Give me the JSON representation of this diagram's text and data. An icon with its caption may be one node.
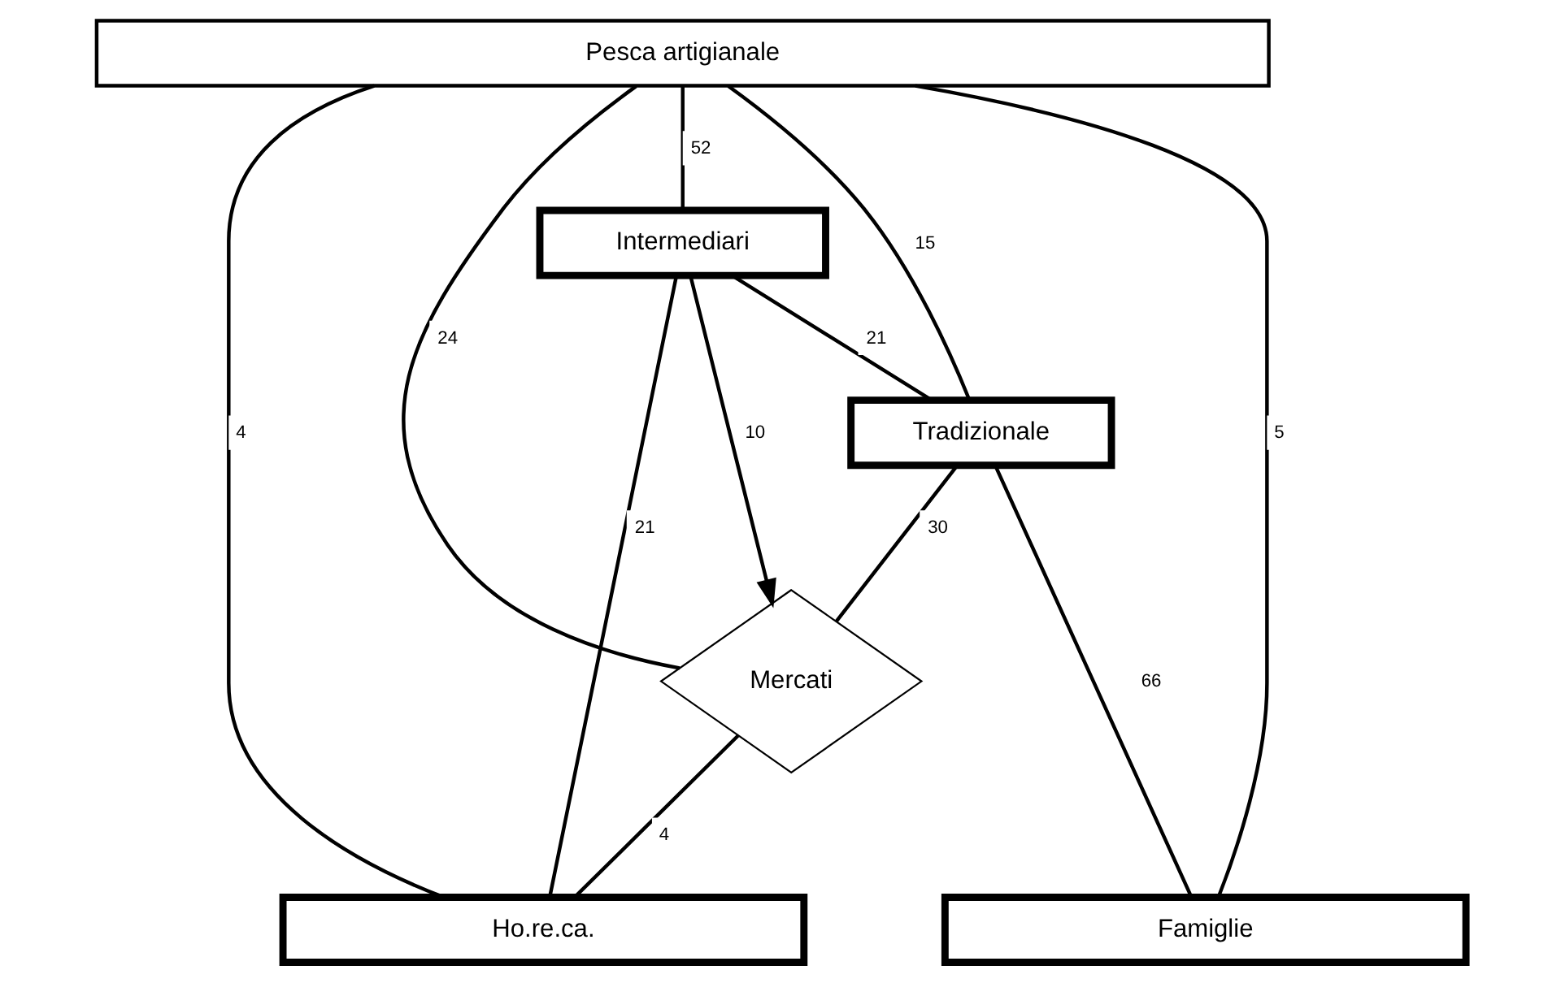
{
  "diagram": {
    "nodes": [
      {
        "text": [
          "Pesca artigianale"
        ]
      },
      {
        "text": [
          "Intermediari"
        ]
      },
      {
        "text": [
          "Mercati"
        ]
      },
      {
        "text": [
          "Tradizionale"
        ]
      },
      {
        "text": [
          "Ho.re.ca."
        ]
      },
      {
        "text": [
          "Famiglie"
        ]
      }
    ],
    "edges": [
      {
        "from": 0,
        "to": 4,
        "arrow": "none",
        "label": "4"
      },
      {
        "from": 0,
        "to": 1,
        "arrow": "none",
        "label": "52"
      },
      {
        "from": 0,
        "to": 3,
        "arrow": "none",
        "label": "15"
      },
      {
        "from": 0,
        "to": 2,
        "arrow": "none",
        "label": "24"
      },
      {
        "from": 0,
        "to": 5,
        "arrow": "none",
        "label": "5"
      },
      {
        "from": 1,
        "to": 2,
        "arrow": "to",
        "label": "10"
      },
      {
        "from": 1,
        "to": 3,
        "arrow": "none",
        "label": "21"
      },
      {
        "from": 1,
        "to": 4,
        "arrow": "none",
        "label": "21"
      },
      {
        "from": 3,
        "to": 2,
        "arrow": "none",
        "label": "30"
      },
      {
        "from": 2,
        "to": 4,
        "arrow": "none",
        "label": "4"
      },
      {
        "from": 3,
        "to": 5,
        "arrow": "none",
        "label": "66"
      }
    ]
  }
}
